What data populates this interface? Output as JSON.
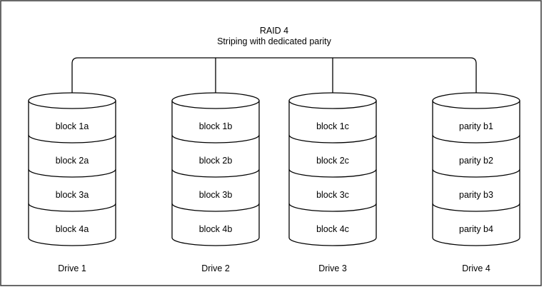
{
  "title": "RAID 4",
  "subtitle": "Striping with dedicated parity",
  "drives": [
    {
      "label": "Drive 1",
      "blocks": [
        "block 1a",
        "block 2a",
        "block 3a",
        "block 4a"
      ]
    },
    {
      "label": "Drive 2",
      "blocks": [
        "block 1b",
        "block 2b",
        "block 3b",
        "block 4b"
      ]
    },
    {
      "label": "Drive 3",
      "blocks": [
        "block 1c",
        "block 2c",
        "block 3c",
        "block 4c"
      ]
    },
    {
      "label": "Drive 4",
      "blocks": [
        "parity b1",
        "parity b2",
        "parity b3",
        "parity b4"
      ]
    }
  ],
  "colors": {
    "stroke": "#000000",
    "text": "#000000",
    "background": "#ffffff",
    "border": "#444444"
  }
}
